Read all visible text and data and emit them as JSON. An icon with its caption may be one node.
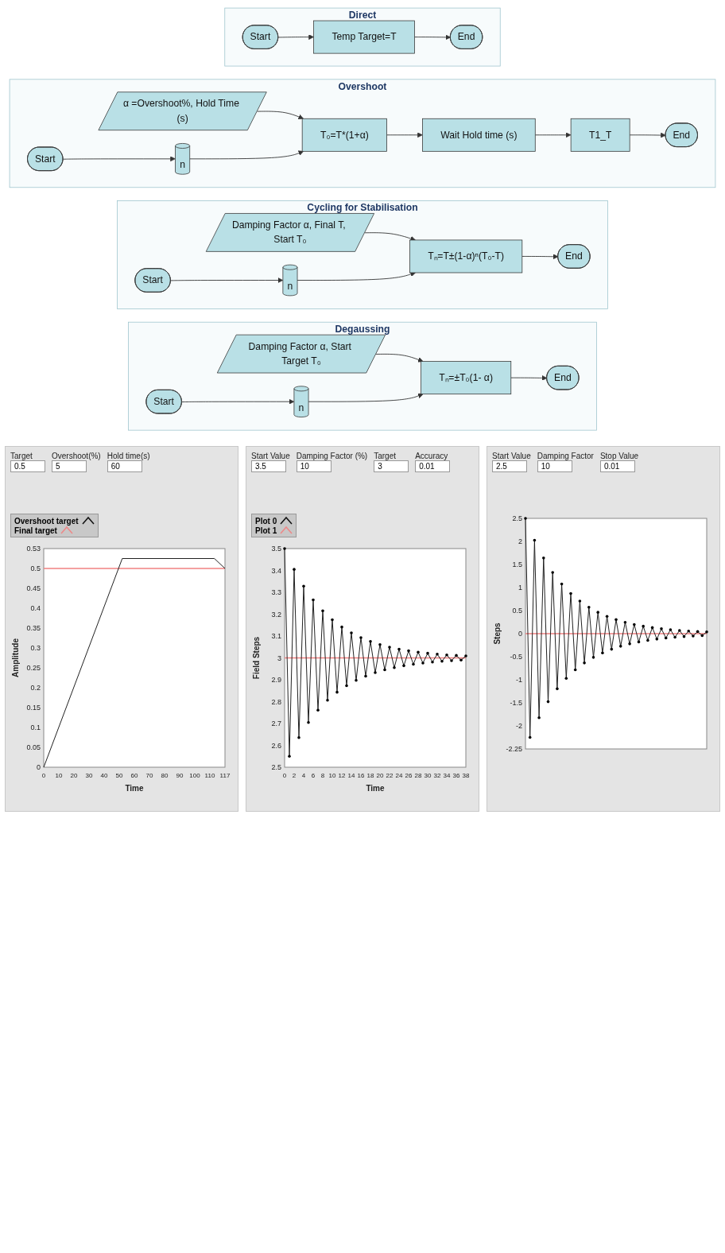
{
  "diagram": {
    "nodes": [
      {
        "text": [
          "Direct"
        ]
      },
      {
        "text": [
          "Start"
        ],
        "in": 0
      },
      {
        "text": [
          "Temp Target=T"
        ],
        "in": 0
      },
      {
        "text": [
          "End"
        ],
        "in": 0
      },
      {
        "text": [
          "Overshoot"
        ]
      },
      {
        "text": [
          "Start"
        ],
        "in": 4
      },
      {
        "text": [
          "α =Overshoot%, Hold Time (s)"
        ],
        "in": 4
      },
      {
        "text": [
          "n"
        ],
        "in": 4
      },
      {
        "text": [
          "T₀=T*(1+α)"
        ],
        "in": 4
      },
      {
        "text": [
          "Wait Hold time (s)"
        ],
        "in": 4
      },
      {
        "text": [
          "T1_T"
        ],
        "in": 4
      },
      {
        "text": [
          "End"
        ],
        "in": 4
      },
      {
        "text": [
          "Cycling for Stabilisation"
        ]
      },
      {
        "text": [
          "Start"
        ],
        "in": 12
      },
      {
        "text": [
          "Damping Factor α, Final T, Start T₀"
        ],
        "in": 12
      },
      {
        "text": [
          "n"
        ],
        "in": 12
      },
      {
        "text": [
          "Tₙ=T±(1-α)ⁿ(T₀-T)"
        ],
        "in": 12
      },
      {
        "text": [
          "End"
        ],
        "in": 12
      },
      {
        "text": [
          "Degaussing"
        ]
      },
      {
        "text": [
          "Start"
        ],
        "in": 18
      },
      {
        "text": [
          "Damping Factor α, Start Target T₀"
        ],
        "in": 18
      },
      {
        "text": [
          "n"
        ],
        "in": 18
      },
      {
        "text": [
          "Tₙ=±T₀(1- α)"
        ],
        "in": 18
      },
      {
        "text": [
          "End"
        ],
        "in": 18
      }
    ],
    "edges": [
      {
        "from": 1,
        "to": 2,
        "arrow": "to"
      },
      {
        "from": 2,
        "to": 3,
        "arrow": "to"
      },
      {
        "from": 5,
        "to": 7,
        "arrow": "to"
      },
      {
        "from": 6,
        "to": 8,
        "arrow": "to"
      },
      {
        "from": 7,
        "to": 8,
        "arrow": "to"
      },
      {
        "from": 8,
        "to": 9,
        "arrow": "to"
      },
      {
        "from": 9,
        "to": 10,
        "arrow": "to"
      },
      {
        "from": 10,
        "to": 11,
        "arrow": "to"
      },
      {
        "from": 13,
        "to": 15,
        "arrow": "to"
      },
      {
        "from": 14,
        "to": 16,
        "arrow": "to"
      },
      {
        "from": 15,
        "to": 16,
        "arrow": "to"
      },
      {
        "from": 16,
        "to": 17,
        "arrow": "to"
      },
      {
        "from": 19,
        "to": 21,
        "arrow": "to"
      },
      {
        "from": 20,
        "to": 22,
        "arrow": "to"
      },
      {
        "from": 21,
        "to": 22,
        "arrow": "to"
      },
      {
        "from": 22,
        "to": 23,
        "arrow": "to"
      }
    ],
    "labels": [
      "Target",
      "0.5",
      "Overshoot(%)",
      "5",
      "Hold time(s)",
      "60",
      "0.53",
      "0.5",
      "0.45",
      "0.4",
      "0.35",
      "0.3",
      "0.25",
      "0.2",
      "0.15",
      "0.1",
      "0.05",
      "0",
      "Amplitude",
      "0",
      "10",
      "20",
      "30",
      "40",
      "50",
      "60",
      "70",
      "80",
      "90",
      "100",
      "110",
      "117",
      "Time",
      "Start Value",
      "3.5",
      "Damping Factor (%)",
      "10",
      "Target",
      "3",
      "Accuracy",
      "0.01",
      "3.5",
      "3.4",
      "3.3",
      "3.2",
      "3.1",
      "3",
      "2.9",
      "2.8",
      "2.7",
      "2.6",
      "2.5",
      "Field Steps",
      "0",
      "2",
      "4",
      "6",
      "8",
      "10",
      "12",
      "14",
      "16",
      "18",
      "20",
      "22",
      "24",
      "26",
      "28",
      "30",
      "32",
      "34",
      "36",
      "38",
      "Time",
      "Start Value",
      "2.5",
      "Damping Factor",
      "10",
      "Stop Value",
      "0.01",
      "2.5",
      "2",
      "1.5",
      "1",
      "0.5",
      "0",
      "-0.5",
      "-1",
      "-1.5",
      "-2",
      "-2.25",
      "Steps"
    ],
    "legend": [
      {
        "text": "Overshoot target"
      },
      {
        "text": "Final target"
      },
      {
        "text": "Plot 0"
      },
      {
        "text": "Plot 1"
      }
    ]
  }
}
